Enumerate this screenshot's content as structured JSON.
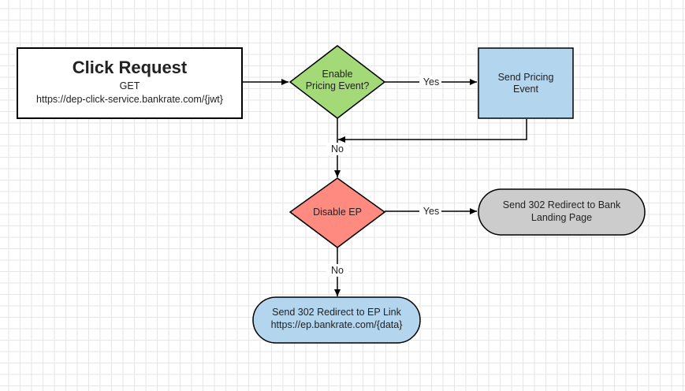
{
  "colors": {
    "line": "#000000",
    "decision_green": "#a3d977",
    "process_blue": "#b4d5ee",
    "decision_red": "#ff8a80",
    "terminal_gray": "#cccccc",
    "terminal_blue": "#b4d5ee",
    "grid": "#e6e6e6"
  },
  "nodes": {
    "click_request": {
      "title": "Click Request",
      "method": "GET",
      "url": "https://dep-click-service.bankrate.com/{jwt}"
    },
    "enable_pricing": {
      "line1": "Enable",
      "line2": "Pricing Event?"
    },
    "send_pricing": {
      "line1": "Send Pricing",
      "line2": "Event"
    },
    "disable_ep": {
      "label": "Disable EP"
    },
    "bank_redirect": {
      "line1": "Send 302 Redirect to Bank",
      "line2": "Landing Page"
    },
    "ep_redirect": {
      "line1": "Send 302 Redirect to EP Link",
      "line2": "https://ep.bankrate.com/{data}"
    }
  },
  "edges": {
    "pricing_yes": "Yes",
    "pricing_no": "No",
    "disable_yes": "Yes",
    "disable_no": "No"
  }
}
